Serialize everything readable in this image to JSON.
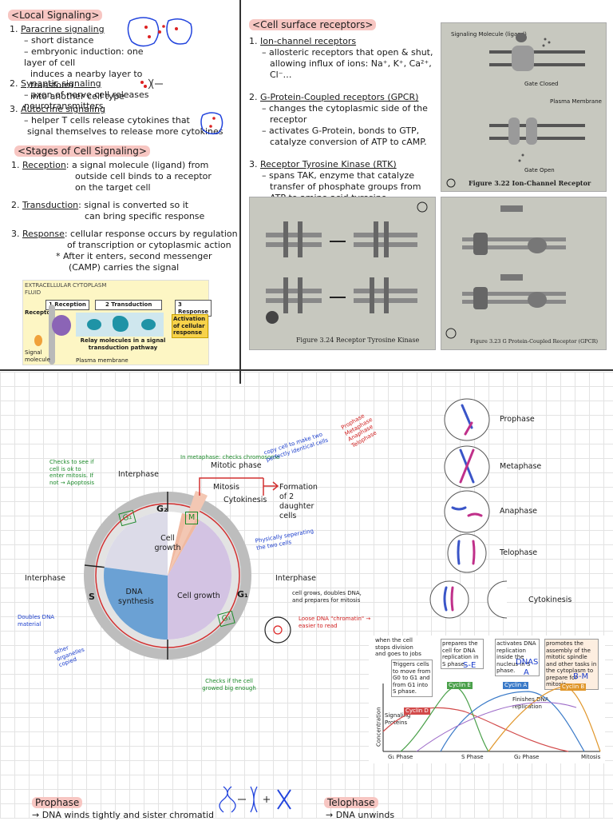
{
  "local": {
    "heading": "Local Signaling",
    "paracrine_title": "Paracrine signaling",
    "paracrine_1": "– short distance",
    "paracrine_2": "– embryonic induction: one layer of cell",
    "paracrine_3": "induces a nearby layer to transform",
    "paracrine_4": "into another cell type",
    "synaptic_title": "Synaptic signaling",
    "synaptic_1": "– axon of nerve cell releases neurotransmitters",
    "autocrine_title": "Autocrine signaling",
    "autocrine_1": "– helper T cells release cytokines that",
    "autocrine_2": "signal themselves to release more cytokines"
  },
  "stages": {
    "heading": "Stages of Cell Signaling",
    "reception_label": "Reception",
    "reception_1": ": a signal molecule (ligand) from",
    "reception_2": "outside cell binds to a receptor",
    "reception_3": "on the target cell",
    "transduction_label": "Transduction",
    "transduction_1": ": signal is converted so it",
    "transduction_2": "can bring specific response",
    "response_label": "Response",
    "response_1": ": cellular response occurs by regulation",
    "response_2": "of transcription or cytoplasmic action",
    "response_3": "* After it enters, second messenger",
    "response_4": "(CAMP) carries the signal"
  },
  "pathway_fig": {
    "extracellular": "EXTRACELLULAR FLUID",
    "cytoplasm": "CYTOPLASM",
    "step1": "1 Reception",
    "step2": "2 Transduction",
    "step3": "3 Response",
    "receptor": "Receptor",
    "signal_molecule": "Signal molecule",
    "relay": "Relay molecules in a signal transduction pathway",
    "activation": "Activation of cellular response",
    "membrane": "Plasma membrane"
  },
  "surface": {
    "heading": "Cell surface receptors",
    "ion_title": "Ion-channel receptors",
    "ion_1": "– allosteric receptors that open & shut,",
    "ion_2": "allowing influx of ions: Na⁺, K⁺, Ca²⁺, Cl⁻…",
    "gpcr_title": "G-Protein-Coupled receptors (GPCR)",
    "gpcr_1": "– changes the cytoplasmic side of the",
    "gpcr_2": "receptor",
    "gpcr_3": "– activates G-Protein, bonds to GTP,",
    "gpcr_4": "catalyze conversion of ATP to cAMP.",
    "rtk_title": "Receptor Tyrosine Kinase (RTK)",
    "rtk_1": "– spans TAK, enzyme that catalyze",
    "rtk_2": "transfer of phosphate groups from",
    "rtk_3": "ATP to amino acid tyrosine"
  },
  "figs": {
    "ion_label_top": "Signaling Molecule (ligand)",
    "ion_gate_closed": "Gate Closed",
    "ion_membrane": "Plasma Membrane",
    "ion_gate_open": "Gate Open",
    "ion_caption": "Figure 3.22  Ion-Channel Receptor",
    "rtk_caption": "Figure 3.24  Receptor Tyrosine Kinase",
    "gpcr_caption": "Figure 3.23  G Protein-Coupled Receptor (GPCR)"
  },
  "cycle": {
    "interphase_top": "Interphase",
    "mitotic_phase": "Mitotic phase",
    "mitosis": "Mitosis",
    "cytokinesis": "Cytokinesis",
    "formation": "Formation of 2 daughter cells",
    "g2": "G₂",
    "g1": "G₁",
    "s": "S",
    "cell_growth_top": "Cell growth",
    "dna_synthesis": "DNA synthesis",
    "cell_growth_right": "Cell growth",
    "interphase_left": "Interphase",
    "interphase_right": "Interphase",
    "g2_box": "G₂",
    "m_box": "M",
    "g1_box": "G₁"
  },
  "cycle_notes": {
    "g2_check": "Checks to see if cell is ok to enter mitosis. If not → Apoptosis",
    "metaphase_check": "In metaphase: checks chromosome",
    "copy_cell": "copy cell to make two perfectly identical cells",
    "phases": "Prophase Metaphase Anaphase Telophase",
    "phys_sep": "Physically seperating the two cells",
    "interphase_note": "cell grows, doubles DNA, and prepares for mitosis",
    "loose_dna": "Loose DNA \"chromatin\" → easier to read",
    "doubles_dna": "Doubles DNA material",
    "organelles": "other organelles copied",
    "g1_check": "Checks if the cell growed big enough"
  },
  "mitosis_stages": [
    "Prophase",
    "Metaphase",
    "Anaphase",
    "Telophase",
    "Cytokinesis"
  ],
  "cyclin_chart": {
    "note1": "when the cell stops division and goes to jobs",
    "box1": "Triggers cells to move from G0 to G1 and from G1 into S phase.",
    "box2": "prepares the cell for DNA replication in S phase.",
    "box3": "activates DNA replication inside the nucleus in S phase.",
    "box4": "promotes the assembly of the mitotic spindle and other tasks in the cytoplasm to prepare for mitosis.",
    "se": "S-E",
    "dnas": "DNAS",
    "a": "A",
    "bm": "B-M",
    "finishes": "Finishes DNA replication",
    "signaling": "Signaling Proteins",
    "ylabel": "Concentration",
    "xticks": [
      "G₁ Phase",
      "S Phase",
      "G₂ Phase",
      "Mitosis"
    ],
    "cyclin_d": "Cyclin D",
    "cyclin_e": "Cyclin E",
    "cyclin_a": "Cyclin A",
    "cyclin_b": "Cyclin B"
  },
  "bottom": {
    "prophase_head": "Prophase",
    "prophase_line": "→ DNA winds tightly and sister chromatid",
    "telophase_head": "Telophase",
    "telophase_line": "→ DNA unwinds"
  }
}
